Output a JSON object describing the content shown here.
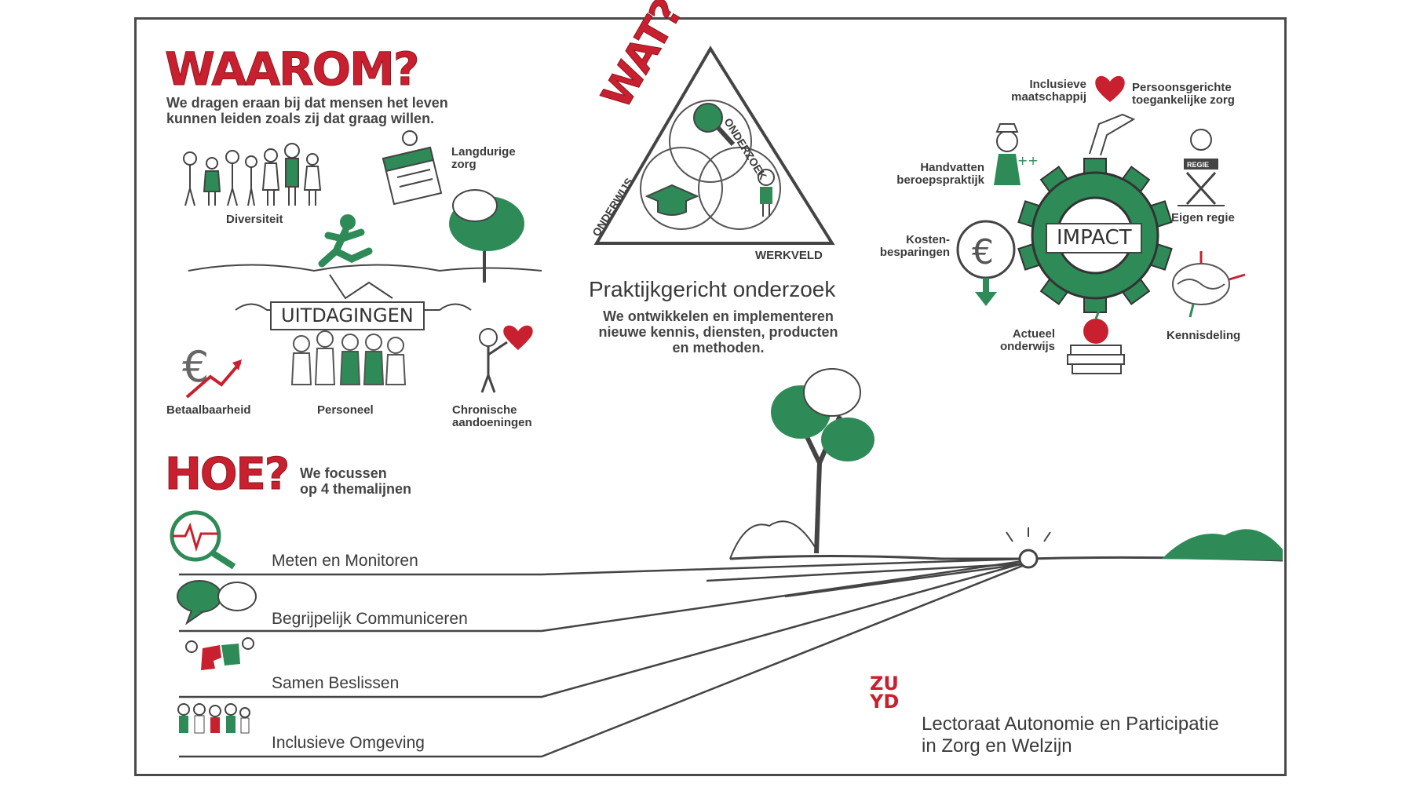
{
  "waarom": {
    "title": "WAAROM?",
    "subtitle_line1": "We dragen eraan bij dat mensen het leven",
    "subtitle_line2": "kunnen leiden zoals zij dat graag willen.",
    "labels": {
      "diversiteit": "Diversiteit",
      "langdurige_zorg": "Langdurige\nzorg",
      "uitdagingen": "UITDAGINGEN",
      "betaalbaarheid": "Betaalbaarheid",
      "personeel": "Personeel",
      "chronische": "Chronische\naandoeningen"
    }
  },
  "wat": {
    "title": "WAT?",
    "triangle": {
      "onderzoek": "ONDERZOEK",
      "onderwijs": "ONDERWIJS",
      "werkveld": "WERKVELD"
    },
    "heading": "Praktijkgericht onderzoek",
    "desc_line1": "We ontwikkelen en implementeren",
    "desc_line2": "nieuwe kennis, diensten, producten",
    "desc_line3": "en methoden."
  },
  "impact": {
    "center": "IMPACT",
    "regie_tag": "REGIE",
    "labels": {
      "inclusieve": "Inclusieve\nmaatschappij",
      "persoonsgerichte": "Persoonsgerichte\ntoegankelijke zorg",
      "handvatten": "Handvatten\nberoepspraktijk",
      "eigen_regie": "Eigen regie",
      "kosten": "Kosten-\nbesparingen",
      "kennisdeling": "Kennisdeling",
      "actueel": "Actueel\nonderwijs"
    }
  },
  "hoe": {
    "title": "HOE?",
    "subtitle_line1": "We focussen",
    "subtitle_line2": "op 4 themalijnen",
    "themes": [
      "Meten en Monitoren",
      "Begrijpelijk Communiceren",
      "Samen Beslissen",
      "Inclusieve Omgeving"
    ]
  },
  "footer": {
    "logo_line1": "ZU",
    "logo_line2": "YD",
    "org_line1": "Lectoraat Autonomie en Participatie",
    "org_line2": "in Zorg en Welzijn"
  },
  "colors": {
    "red": "#c8202e",
    "green": "#2e8b57",
    "ink": "#3a3a3a"
  }
}
